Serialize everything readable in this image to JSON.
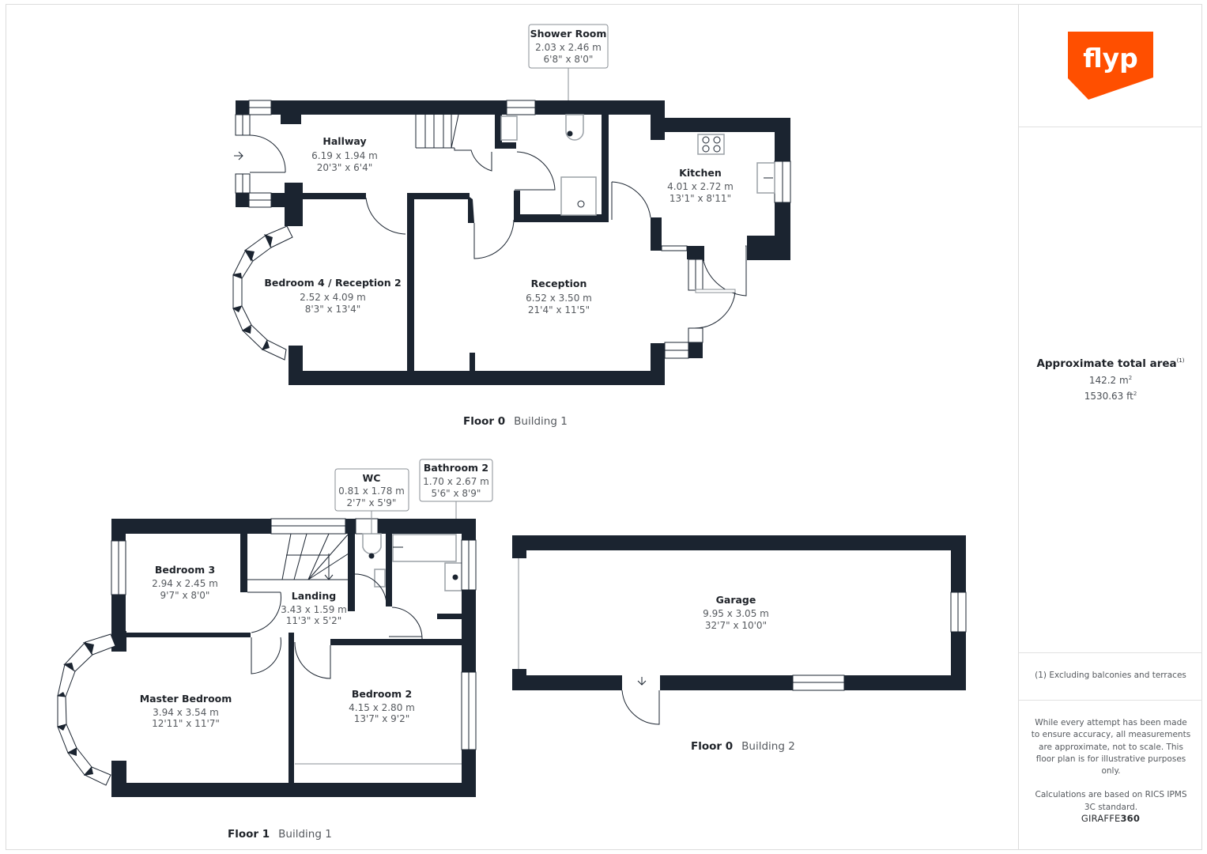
{
  "brand": {
    "logo_text": "flyp",
    "logo_color": "#ff4f00",
    "credit_prefix": "GIRAFFE",
    "credit_suffix": "360"
  },
  "colors": {
    "wall": "#1b2430",
    "text_primary": "#1f2329",
    "text_secondary": "#55595e",
    "divider": "#e1e1e1"
  },
  "summary": {
    "title": "Approximate total area",
    "title_note": "(1)",
    "area_m2": "142.2 m",
    "area_m2_unit_sup": "2",
    "area_ft2": "1530.63 ft",
    "area_ft2_unit_sup": "2",
    "footnote": "(1) Excluding balconies and terraces",
    "disclaimer_1": "While every attempt has been made to ensure accuracy, all measurements are approximate, not to scale. This floor plan is for illustrative purposes only.",
    "disclaimer_2": "Calculations are based on RICS IPMS 3C standard."
  },
  "floors": [
    {
      "floor": "Floor 0",
      "building": "Building 1",
      "rooms": [
        {
          "name": "Shower Room",
          "metric": "2.03 x 2.46 m",
          "imperial": "6'8\" x 8'0\"",
          "callout": true
        },
        {
          "name": "Hallway",
          "metric": "6.19 x 1.94 m",
          "imperial": "20'3\" x 6'4\""
        },
        {
          "name": "Kitchen",
          "metric": "4.01 x 2.72 m",
          "imperial": "13'1\" x 8'11\""
        },
        {
          "name": "Bedroom 4 / Reception 2",
          "metric": "2.52 x 4.09 m",
          "imperial": "8'3\" x 13'4\""
        },
        {
          "name": "Reception",
          "metric": "6.52 x 3.50 m",
          "imperial": "21'4\" x 11'5\""
        }
      ]
    },
    {
      "floor": "Floor 1",
      "building": "Building 1",
      "rooms": [
        {
          "name": "WC",
          "metric": "0.81 x 1.78 m",
          "imperial": "2'7\" x 5'9\"",
          "callout": true
        },
        {
          "name": "Bathroom 2",
          "metric": "1.70 x 2.67 m",
          "imperial": "5'6\" x 8'9\"",
          "callout": true
        },
        {
          "name": "Bedroom 3",
          "metric": "2.94 x 2.45 m",
          "imperial": "9'7\" x 8'0\""
        },
        {
          "name": "Landing",
          "metric": "3.43 x 1.59 m",
          "imperial": "11'3\" x 5'2\""
        },
        {
          "name": "Master Bedroom",
          "metric": "3.94 x 3.54 m",
          "imperial": "12'11\" x 11'7\""
        },
        {
          "name": "Bedroom 2",
          "metric": "4.15 x 2.80 m",
          "imperial": "13'7\" x 9'2\""
        }
      ]
    },
    {
      "floor": "Floor 0",
      "building": "Building 2",
      "rooms": [
        {
          "name": "Garage",
          "metric": "9.95 x 3.05 m",
          "imperial": "32'7\" x 10'0\""
        }
      ]
    }
  ]
}
